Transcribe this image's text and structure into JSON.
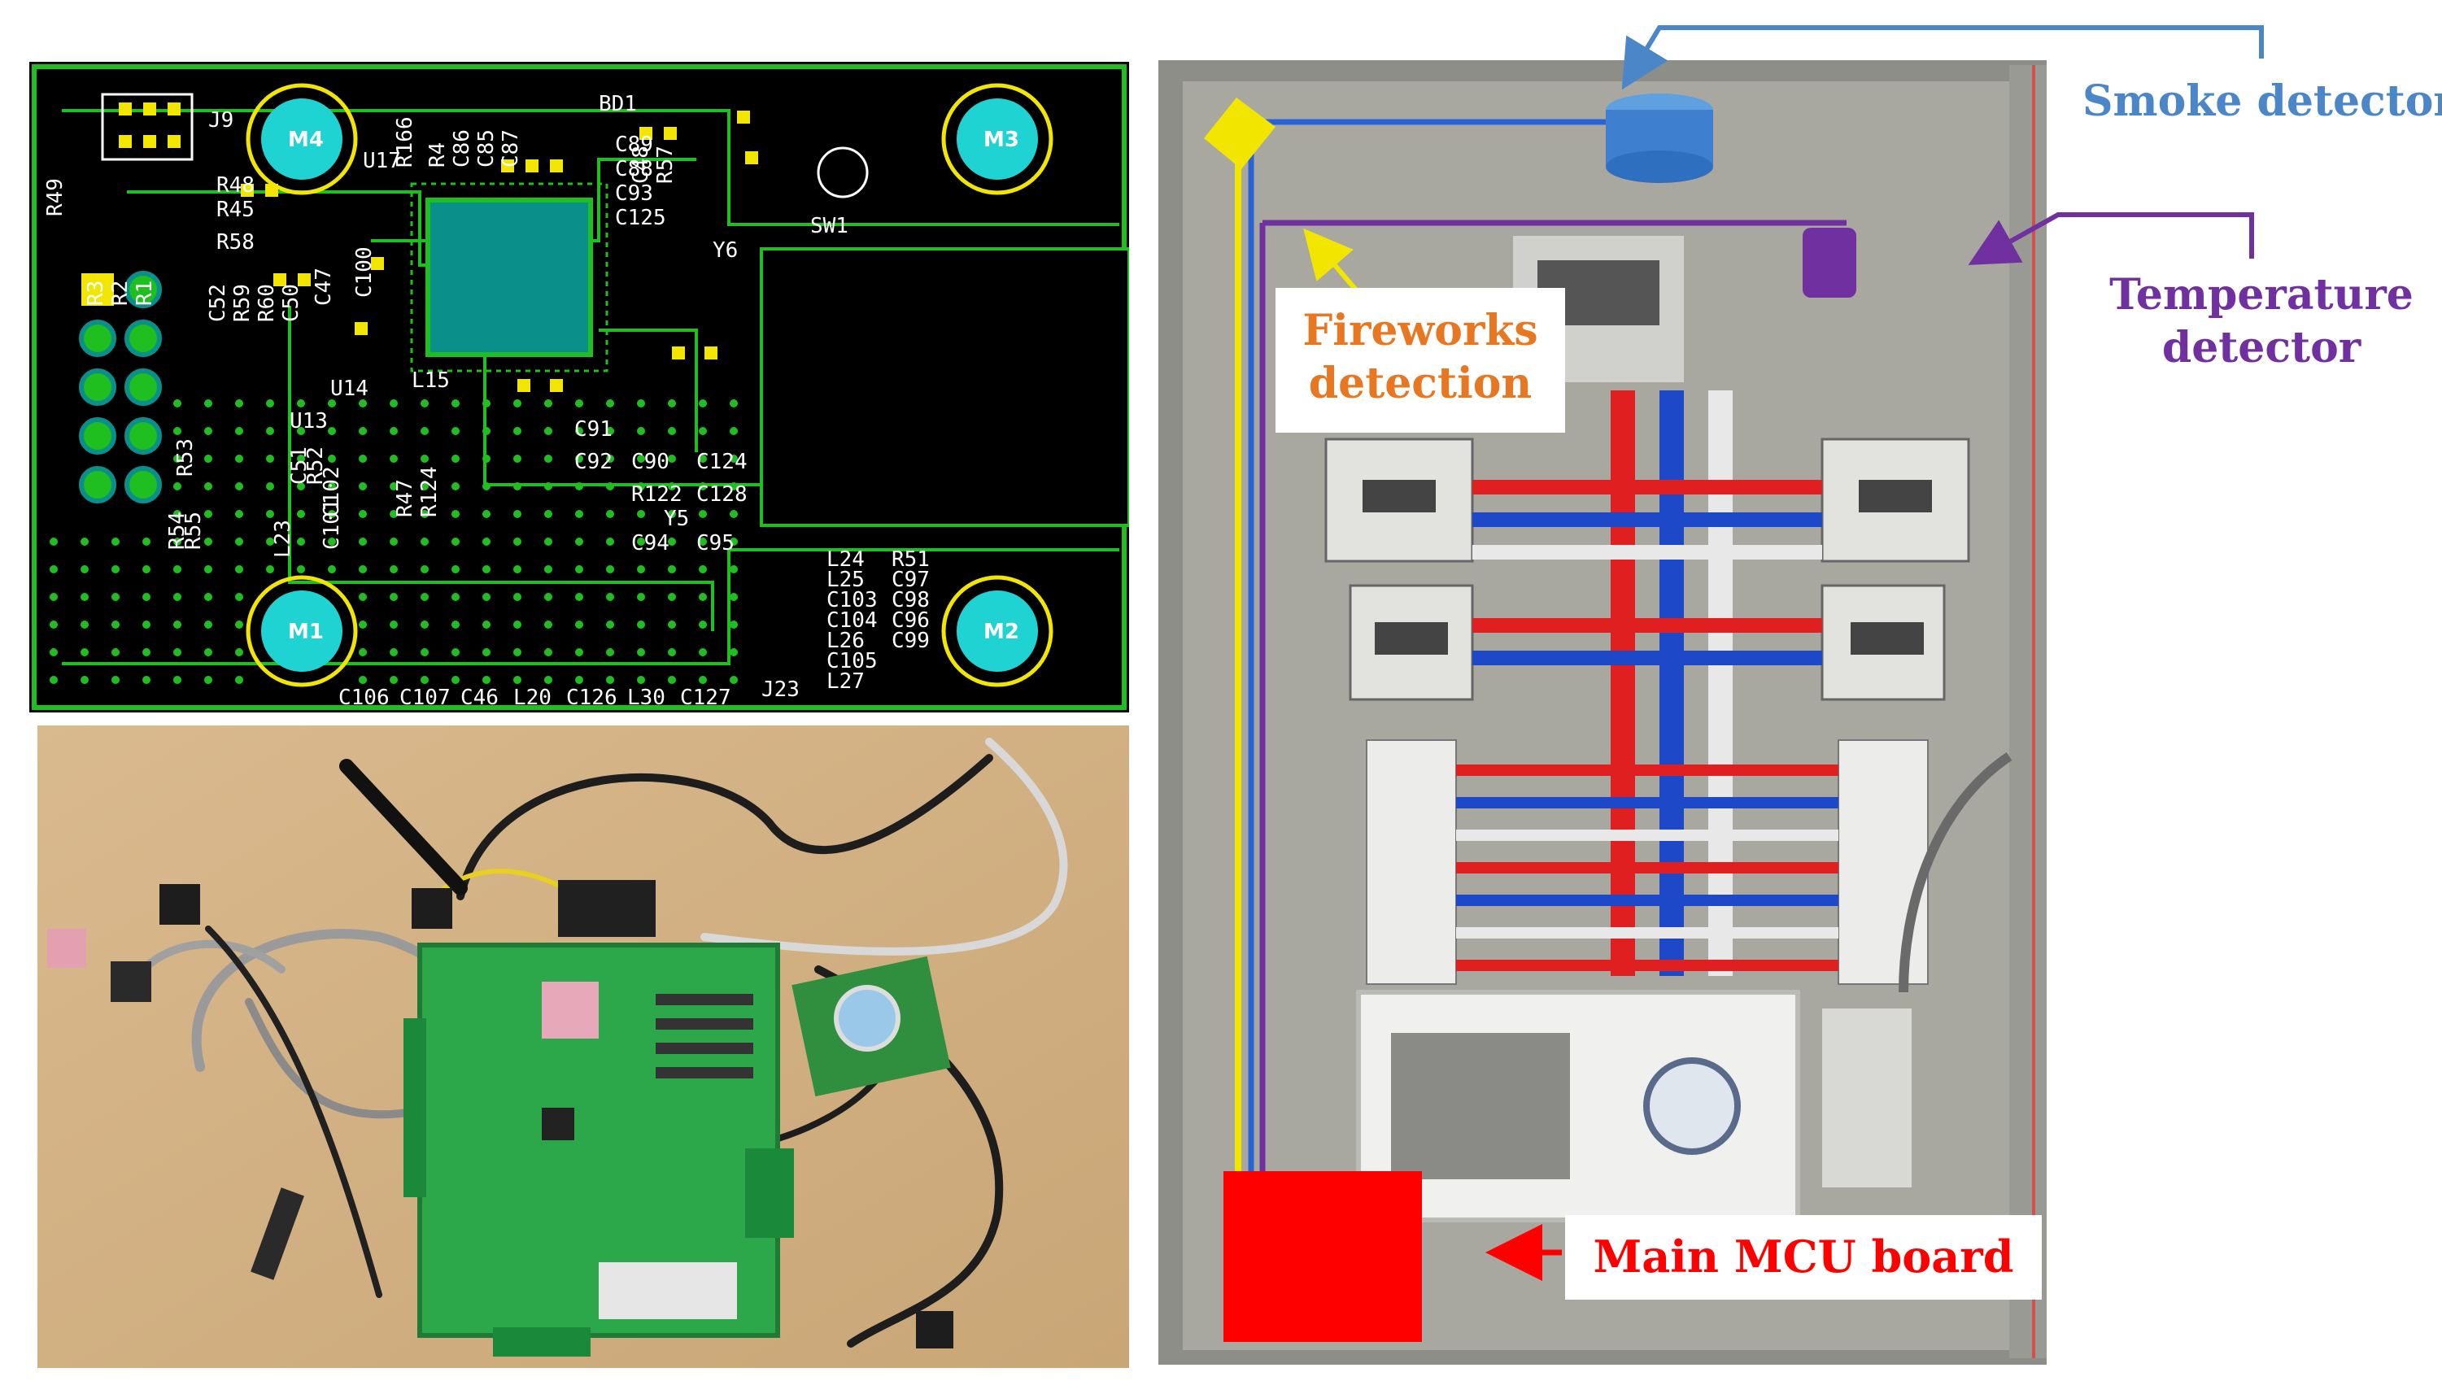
{
  "colors": {
    "smoke": "#4a86c8",
    "temperature": "#7030a0",
    "fireworks": "#e87722",
    "mcu": "#ff0000",
    "pcb_background": "#000000",
    "pcb_trace": "#1fbf1f"
  },
  "pcb": {
    "hole_labels": [
      "M4",
      "M3",
      "M1",
      "M2"
    ],
    "silkscreen": [
      "J9",
      "R166",
      "R4",
      "C86",
      "C85",
      "C87",
      "BD1",
      "R57",
      "C48",
      "SW1",
      "U17",
      "C89",
      "C88",
      "C93",
      "C125",
      "Y6",
      "R49",
      "R48",
      "R45",
      "R58",
      "R3",
      "R2",
      "R1",
      "C52",
      "R59",
      "R60",
      "C50",
      "C47",
      "C100",
      "U14",
      "L15",
      "U13",
      "R53",
      "C51",
      "R52",
      "C102",
      "C101",
      "L23",
      "R47",
      "R124",
      "C91",
      "C92",
      "C90",
      "C124",
      "R122",
      "C128",
      "Y5",
      "C94",
      "C95",
      "L24",
      "R51",
      "L25",
      "C97",
      "C103",
      "C98",
      "C104",
      "C96",
      "L26",
      "C99",
      "C105",
      "L27",
      "R54",
      "R55",
      "C106",
      "C107",
      "C46",
      "L20",
      "C126",
      "L30",
      "C127",
      "J23"
    ]
  },
  "annotations": {
    "smoke_detector": "Smoke detector",
    "temperature_detector_line1": "Temperature",
    "temperature_detector_line2": "detector",
    "fireworks_detection_line1": "Fireworks",
    "fireworks_detection_line2": "detection",
    "main_mcu_board": "Main MCU board"
  }
}
